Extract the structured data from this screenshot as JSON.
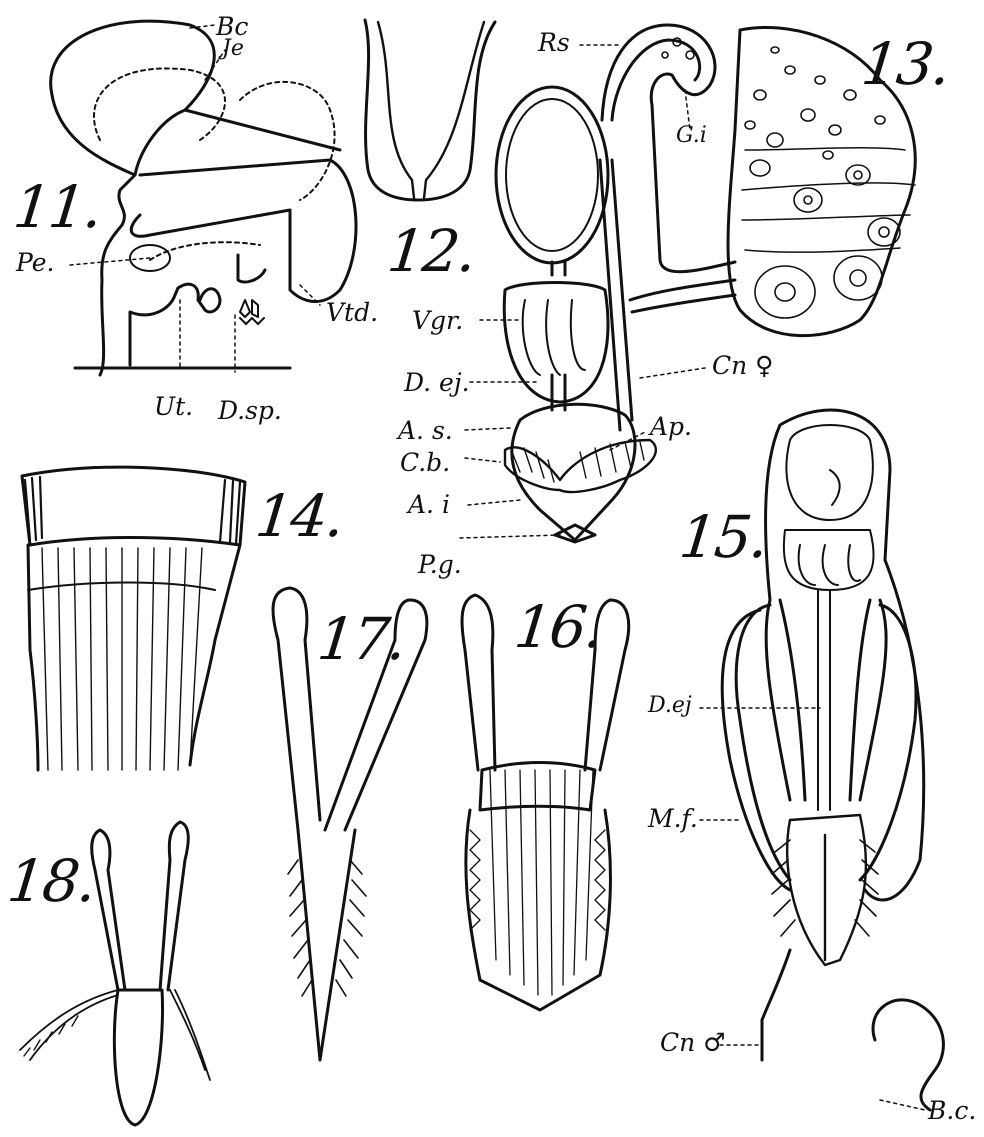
{
  "plate": {
    "figure_numbers": {
      "f11": "11.",
      "f12": "12.",
      "f13": "13.",
      "f14": "14.",
      "f15": "15.",
      "f16": "16.",
      "f17": "17.",
      "f18": "18."
    },
    "labels": {
      "bc_top": "Bc",
      "je": "Je",
      "pe": "Pe.",
      "vtd": "Vtd.",
      "ut": "Ut.",
      "dsp": "D.sp.",
      "rs": "Rs",
      "gi": "G.i",
      "vgr": "Vgr.",
      "dej_13": "D. ej.",
      "cn_female": "Cn ♀",
      "as": "A. s.",
      "ap": "Ap.",
      "cb": "C.b.",
      "ai": "A. i",
      "pg": "P.g.",
      "dej_15": "D.ej",
      "mf": "M.f.",
      "cn_male": "Cn ♂",
      "bc_bottom": "B.c."
    }
  }
}
